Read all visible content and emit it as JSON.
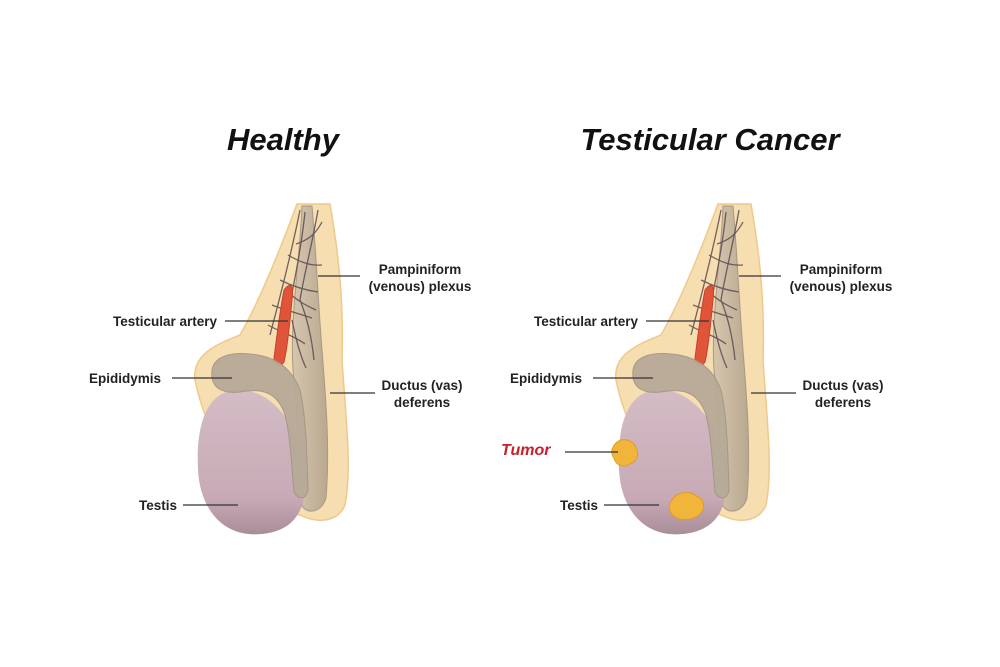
{
  "panels": [
    {
      "title": "Healthy",
      "labels": {
        "pampiniform_line1": "Pampiniform",
        "pampiniform_line2": "(venous) plexus",
        "testicular_artery": "Testicular artery",
        "epididymis": "Epididymis",
        "ductus_line1": "Ductus (vas)",
        "ductus_line2": "deferens",
        "testis": "Testis"
      }
    },
    {
      "title": "Testicular Cancer",
      "labels": {
        "pampiniform_line1": "Pampiniform",
        "pampiniform_line2": "(venous) plexus",
        "testicular_artery": "Testicular artery",
        "epididymis": "Epididymis",
        "ductus_line1": "Ductus (vas)",
        "ductus_line2": "deferens",
        "tumor": "Tumor",
        "testis": "Testis"
      }
    }
  ],
  "colors": {
    "tunica": "#f7deb0",
    "tunica_edge": "#efc98a",
    "cord": "#c8b8a0",
    "epididymis": "#b7aa98",
    "testis": "#cdb3bd",
    "artery": "#e0553a",
    "vein": "#5a4a52",
    "tumor": "#f2b53c",
    "tumor_label": "#c81f2c",
    "leader_line": "#333333"
  }
}
